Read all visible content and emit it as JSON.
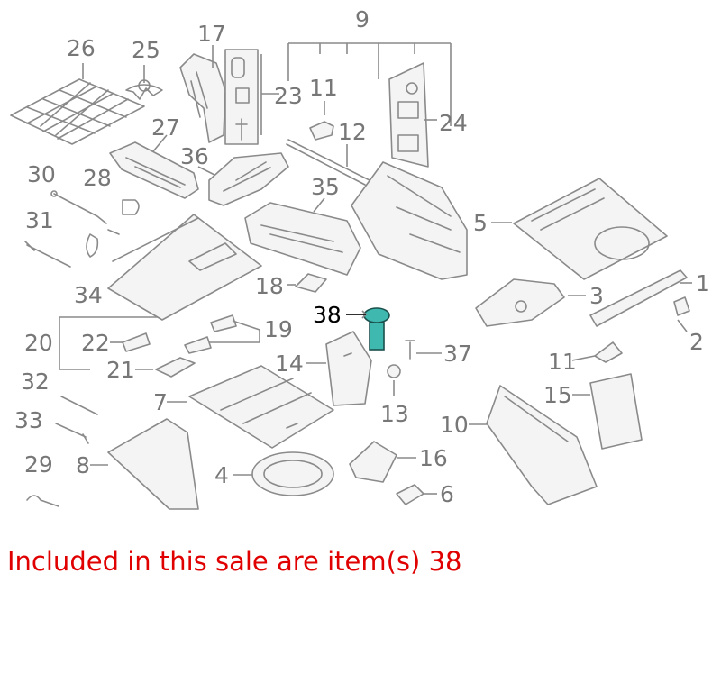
{
  "caption": "Included in this sale are item(s) 38",
  "highlight_color": "#3fb8b0",
  "caption_color": "#e00000",
  "callouts": {
    "c1": "1",
    "c2": "2",
    "c3": "3",
    "c4": "4",
    "c5": "5",
    "c6": "6",
    "c7": "7",
    "c8": "8",
    "c9": "9",
    "c10": "10",
    "c11a": "11",
    "c11b": "11",
    "c12": "12",
    "c13": "13",
    "c14": "14",
    "c15": "15",
    "c16": "16",
    "c17": "17",
    "c18": "18",
    "c19": "19",
    "c20": "20",
    "c21": "21",
    "c22": "22",
    "c23": "23",
    "c24": "24",
    "c25": "25",
    "c26": "26",
    "c27": "27",
    "c28": "28",
    "c29": "29",
    "c30": "30",
    "c31": "31",
    "c32": "32",
    "c33": "33",
    "c34": "34",
    "c35": "35",
    "c36": "36",
    "c37": "37",
    "c38": "38"
  }
}
